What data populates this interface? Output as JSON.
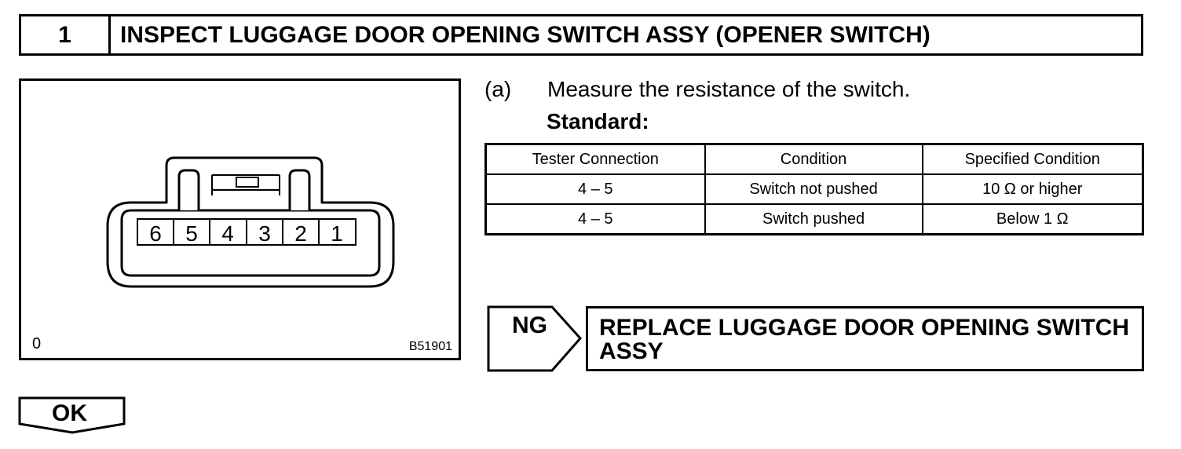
{
  "step": {
    "number": "1",
    "title": "INSPECT LUGGAGE DOOR OPENING SWITCH ASSY (OPENER SWITCH)"
  },
  "illustration": {
    "pins": [
      "6",
      "5",
      "4",
      "3",
      "2",
      "1"
    ],
    "corner_mark": "0",
    "figure_code": "B51901"
  },
  "instruction": {
    "letter": "(a)",
    "text": "Measure the resistance of the switch.",
    "standard_label": "Standard:"
  },
  "table": {
    "headers": [
      "Tester Connection",
      "Condition",
      "Specified Condition"
    ],
    "rows": [
      [
        "4 – 5",
        "Switch not pushed",
        "10 Ω or higher"
      ],
      [
        "4 – 5",
        "Switch pushed",
        "Below 1 Ω"
      ]
    ]
  },
  "ng": {
    "label": "NG",
    "action": "REPLACE LUGGAGE DOOR OPENING SWITCH ASSY"
  },
  "ok": {
    "label": "OK"
  }
}
